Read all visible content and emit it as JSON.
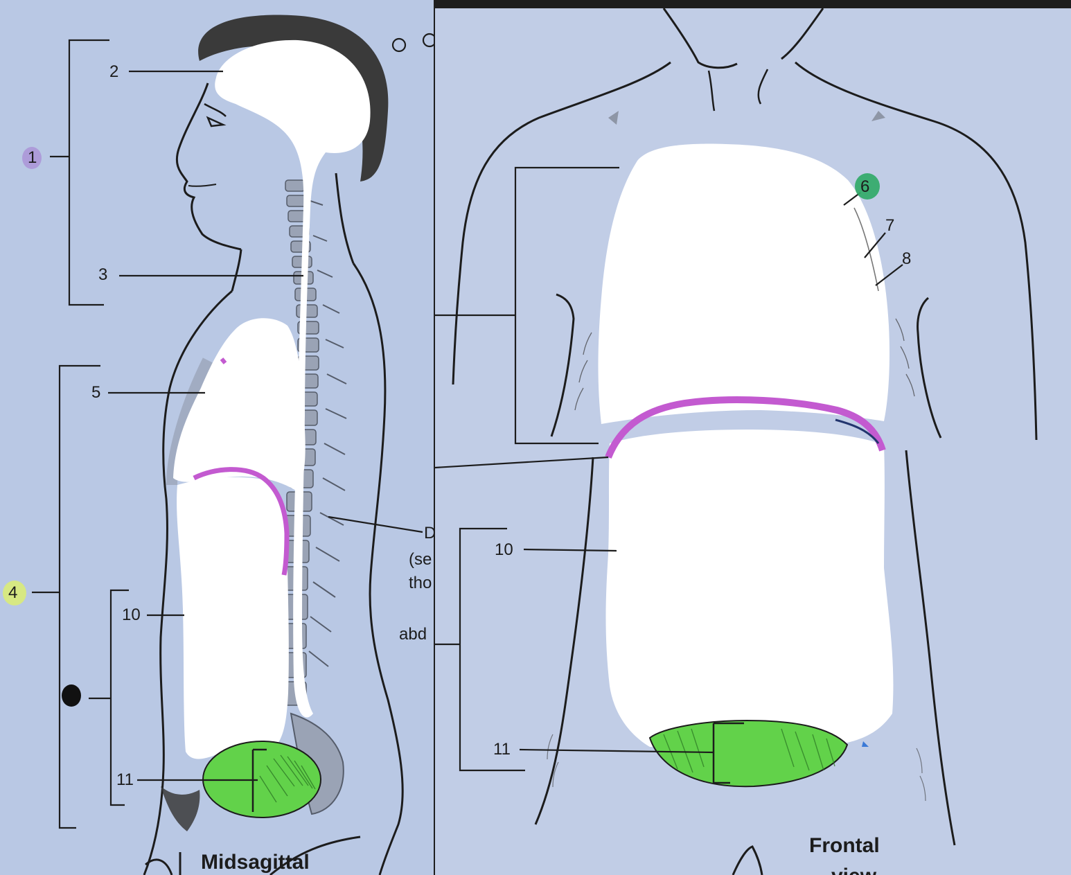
{
  "left": {
    "labels": {
      "n1": "1",
      "n2": "2",
      "n3": "3",
      "n4": "4",
      "n5": "5",
      "n10": "10",
      "n11": "11"
    },
    "partial_text": {
      "d": "D",
      "se": "(se",
      "tho": "tho",
      "abd": "abd"
    },
    "caption": "Midsagittal"
  },
  "right": {
    "labels": {
      "n6": "6",
      "n7": "7",
      "n8": "8",
      "n10": "10",
      "n11": "11"
    },
    "caption": "Frontal",
    "caption_line2": "view"
  },
  "colors": {
    "page_left": "#b9c8e4",
    "page_right": "#c1cde6",
    "line": "#1c1c1c",
    "purple_highlight": "#a98ed6",
    "yellow_highlight": "#dff06a",
    "green_highlight": "#2faa66",
    "diaphragm_pink": "#c35ad0",
    "pelvic_green": "#62d24a",
    "blank_white": "#ffffff",
    "hair": "#3a3a3a"
  }
}
